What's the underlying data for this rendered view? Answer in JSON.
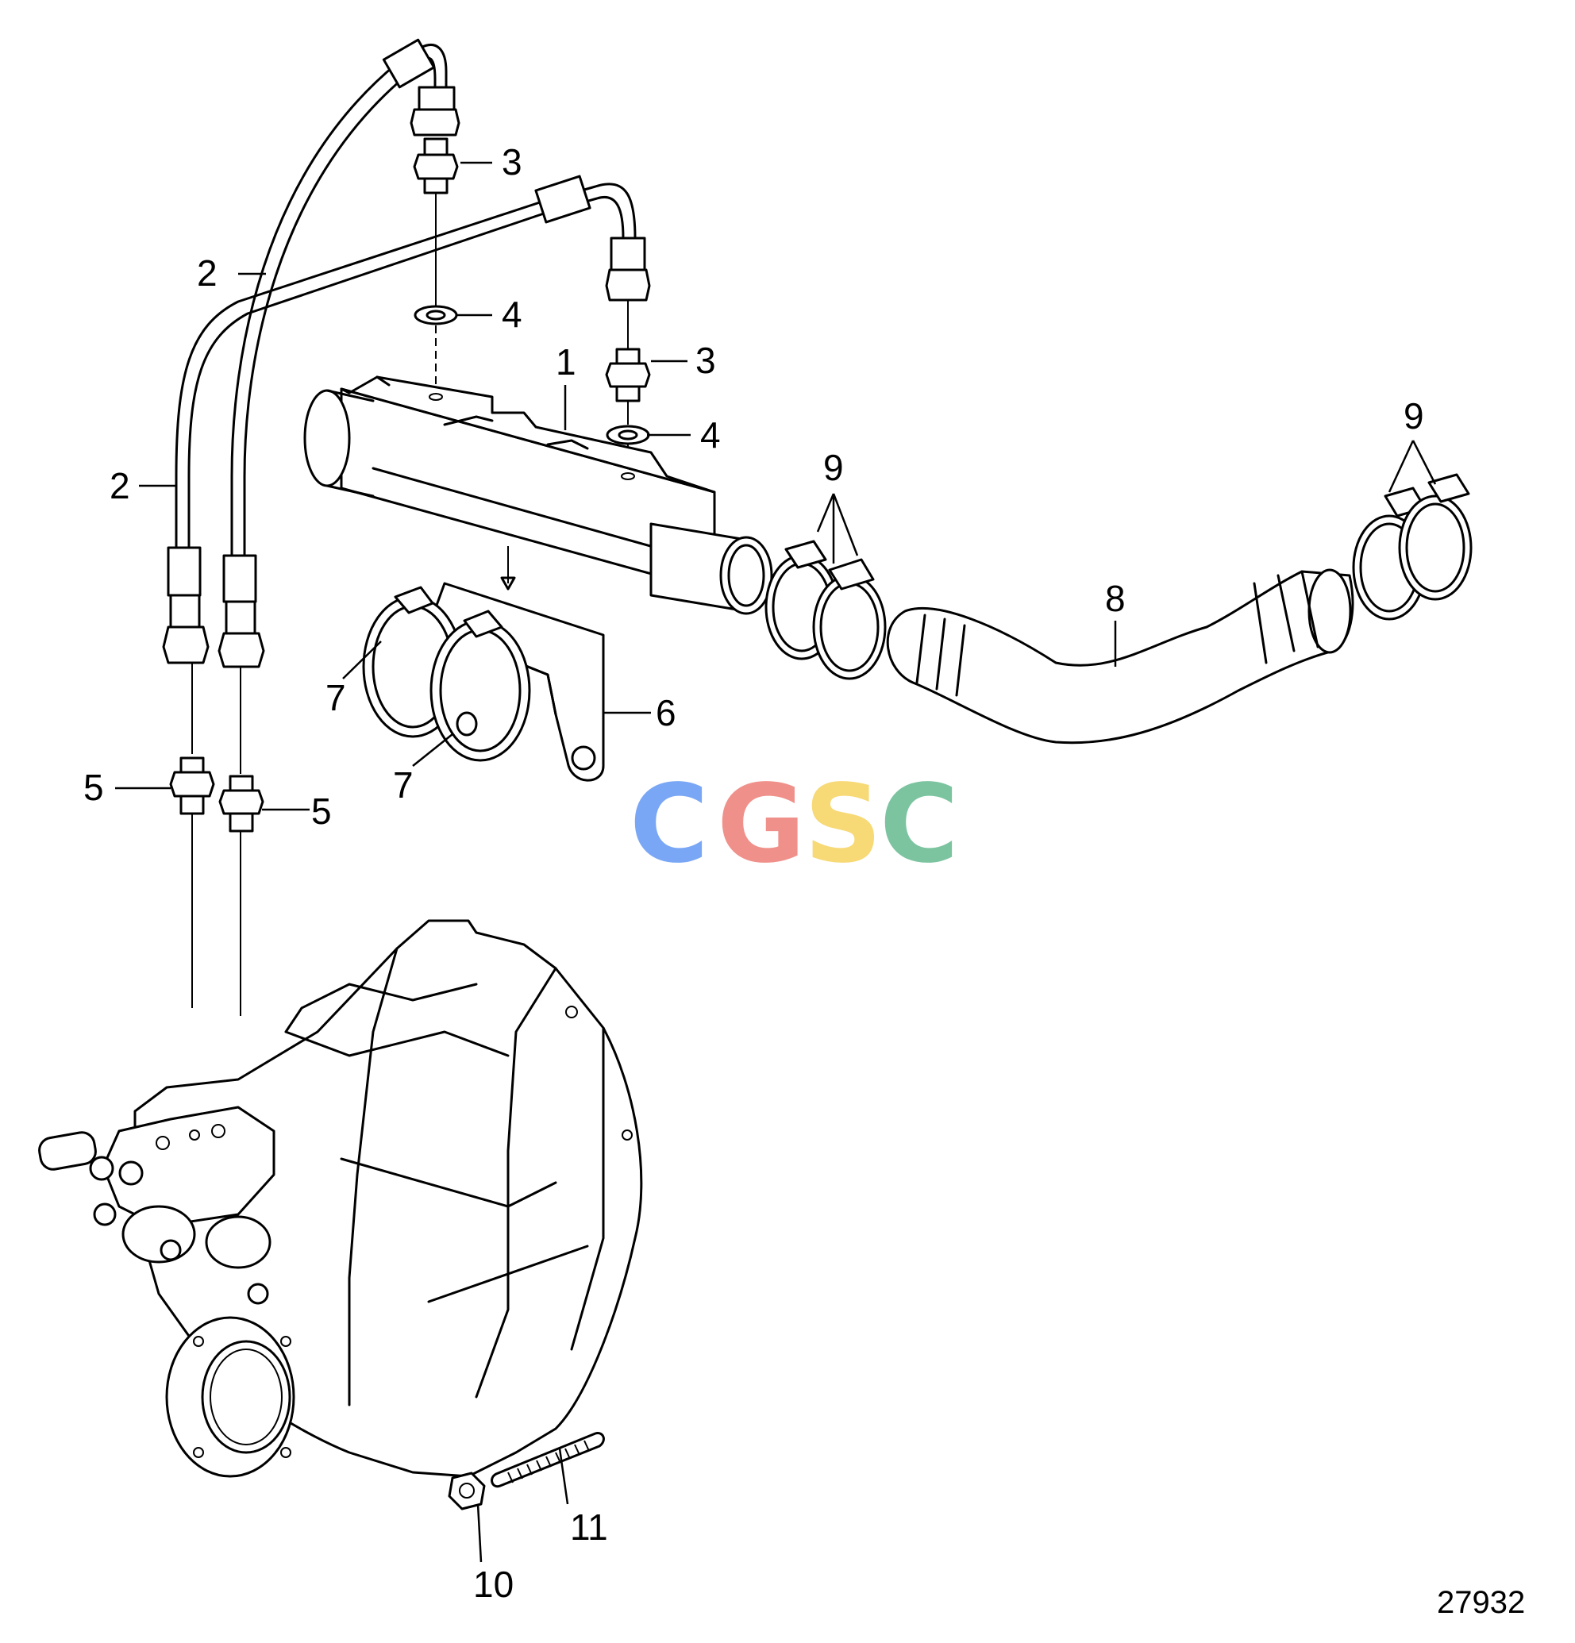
{
  "diagram": {
    "reference_number": "27932",
    "watermark": {
      "letters": [
        "C",
        "G",
        "S",
        "C"
      ],
      "colors": [
        "#7aa7f5",
        "#f0908a",
        "#f7d976",
        "#7cc4a0"
      ]
    },
    "callouts": {
      "c1": "1",
      "c2a": "2",
      "c2b": "2",
      "c3a": "3",
      "c3b": "3",
      "c4a": "4",
      "c4b": "4",
      "c5a": "5",
      "c5b": "5",
      "c6": "6",
      "c7a": "7",
      "c7b": "7",
      "c8": "8",
      "c9a": "9",
      "c9b": "9",
      "c10": "10",
      "c11": "11"
    }
  }
}
